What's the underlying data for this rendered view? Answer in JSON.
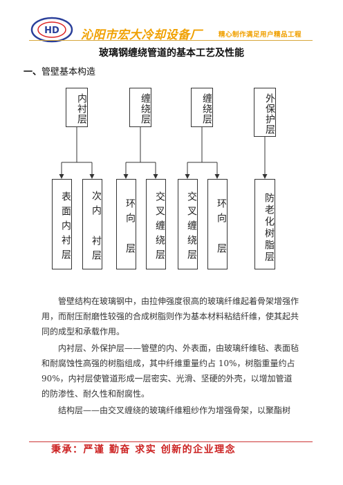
{
  "header": {
    "logo_text": "HD",
    "company": "沁阳市宏大冷却设备厂",
    "slogan": "精心制作满足用户精品工程"
  },
  "title": "玻璃钢缠绕管道的基本工艺及性能",
  "section": {
    "number": "一、",
    "title": "管壁基本构造"
  },
  "diagram": {
    "top_boxes": [
      {
        "label": "内衬层"
      },
      {
        "label": "缠绕层"
      },
      {
        "label": "缠绕层"
      },
      {
        "label": "外保护层"
      }
    ],
    "bottom_boxes": [
      {
        "label": "表面内衬层"
      },
      {
        "label": "次内 衬层"
      },
      {
        "label": "环向 层"
      },
      {
        "label": "交叉缠绕层"
      },
      {
        "label": "交叉缠绕层"
      },
      {
        "label": "环向 层"
      },
      {
        "label": "防老化树脂层"
      }
    ]
  },
  "paragraphs": [
    "管壁结构在玻璃钢中，由拉伸强度很高的玻璃纤维起着骨架增强作用，而耐压耐磨性较强的合成树脂则作为基本材料粘结纤维，使其起共同的成型和承载作用。",
    "内衬层、外保护层——管壁的内、外表面，由玻璃纤维毡、表面毡和耐腐蚀性高强的树脂组成，其中纤维重量约占 10%，树脂重量约占 90%，内衬层使管道形成一层密实、光滑、坚硬的外壳，以增加管道的防渗性、耐久性和耐腐性。",
    "结构层——由交叉缠绕的玻璃纤维粗纱作为增强骨架，以聚酯树"
  ],
  "footer": {
    "slogan": "秉承：严谨 勤奋 求实 创新的企业理念"
  },
  "colors": {
    "accent": "#f0a000",
    "footer_red": "#cc2222",
    "logo_blue": "#2a3f9a",
    "logo_red": "#d22"
  }
}
